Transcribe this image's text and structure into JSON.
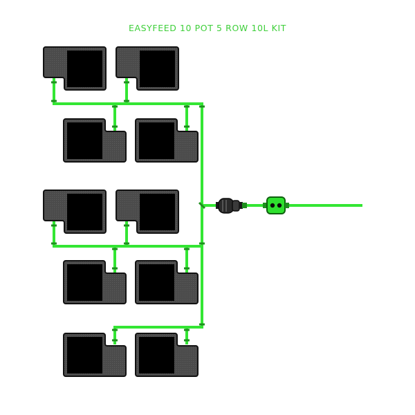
{
  "title": "EASYFEED 10 POT 5 ROW 10L KIT",
  "colors": {
    "tube": "#33e633",
    "tube_dark": "#1f8f1f",
    "pot_outer": "#4a4a4a",
    "pot_border": "#111111",
    "pot_inner": "#000000",
    "valve_body": "#2ee02e",
    "connector": "#222222"
  },
  "rows": [
    {
      "row": 1,
      "pots": 2,
      "orientation": "pot-top"
    },
    {
      "row": 2,
      "pots": 2,
      "orientation": "pot-bottom"
    },
    {
      "row": 3,
      "pots": 2,
      "orientation": "pot-top"
    },
    {
      "row": 4,
      "pots": 2,
      "orientation": "pot-bottom"
    },
    {
      "row": 5,
      "pots": 2,
      "orientation": "pot-bottom"
    }
  ],
  "components": {
    "filter_icon": "inline-filter-connector-icon",
    "valve_icon": "float-valve-icon"
  }
}
